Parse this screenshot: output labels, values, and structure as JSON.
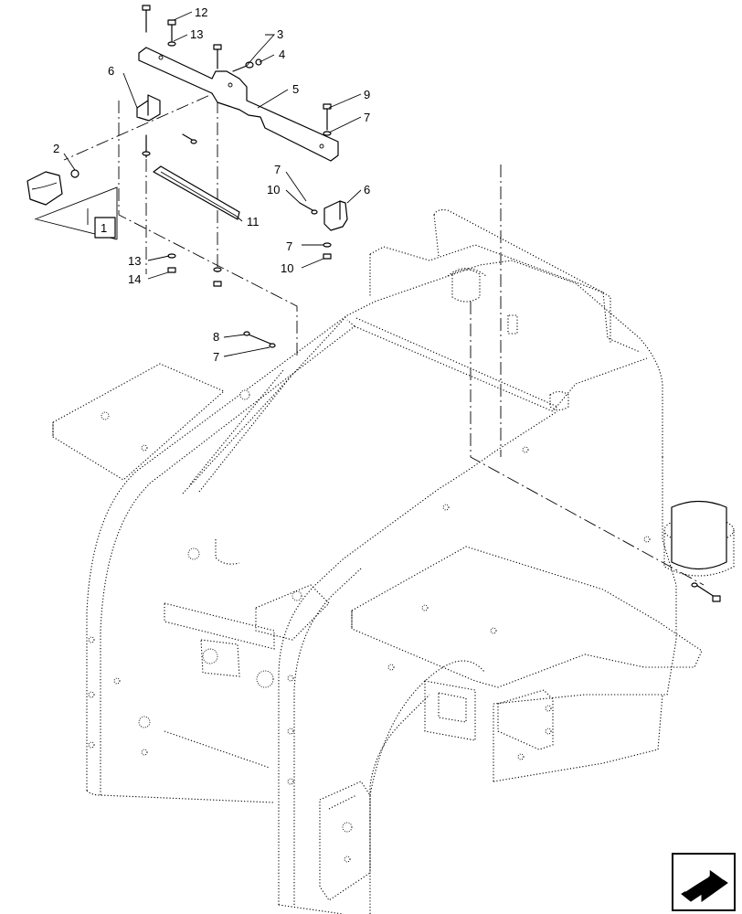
{
  "callouts": {
    "c1": "1",
    "c2": "2",
    "c3": "3",
    "c4": "4",
    "c5": "5",
    "c6a": "6",
    "c6b": "6",
    "c7a": "7",
    "c7b": "7",
    "c7c": "7",
    "c7d": "7",
    "c8": "8",
    "c9": "9",
    "c10a": "10",
    "c10b": "10",
    "c11": "11",
    "c12": "12",
    "c13a": "13",
    "c13b": "13",
    "c14": "14"
  },
  "icons": {
    "nav": "next-page-arrow-icon"
  }
}
